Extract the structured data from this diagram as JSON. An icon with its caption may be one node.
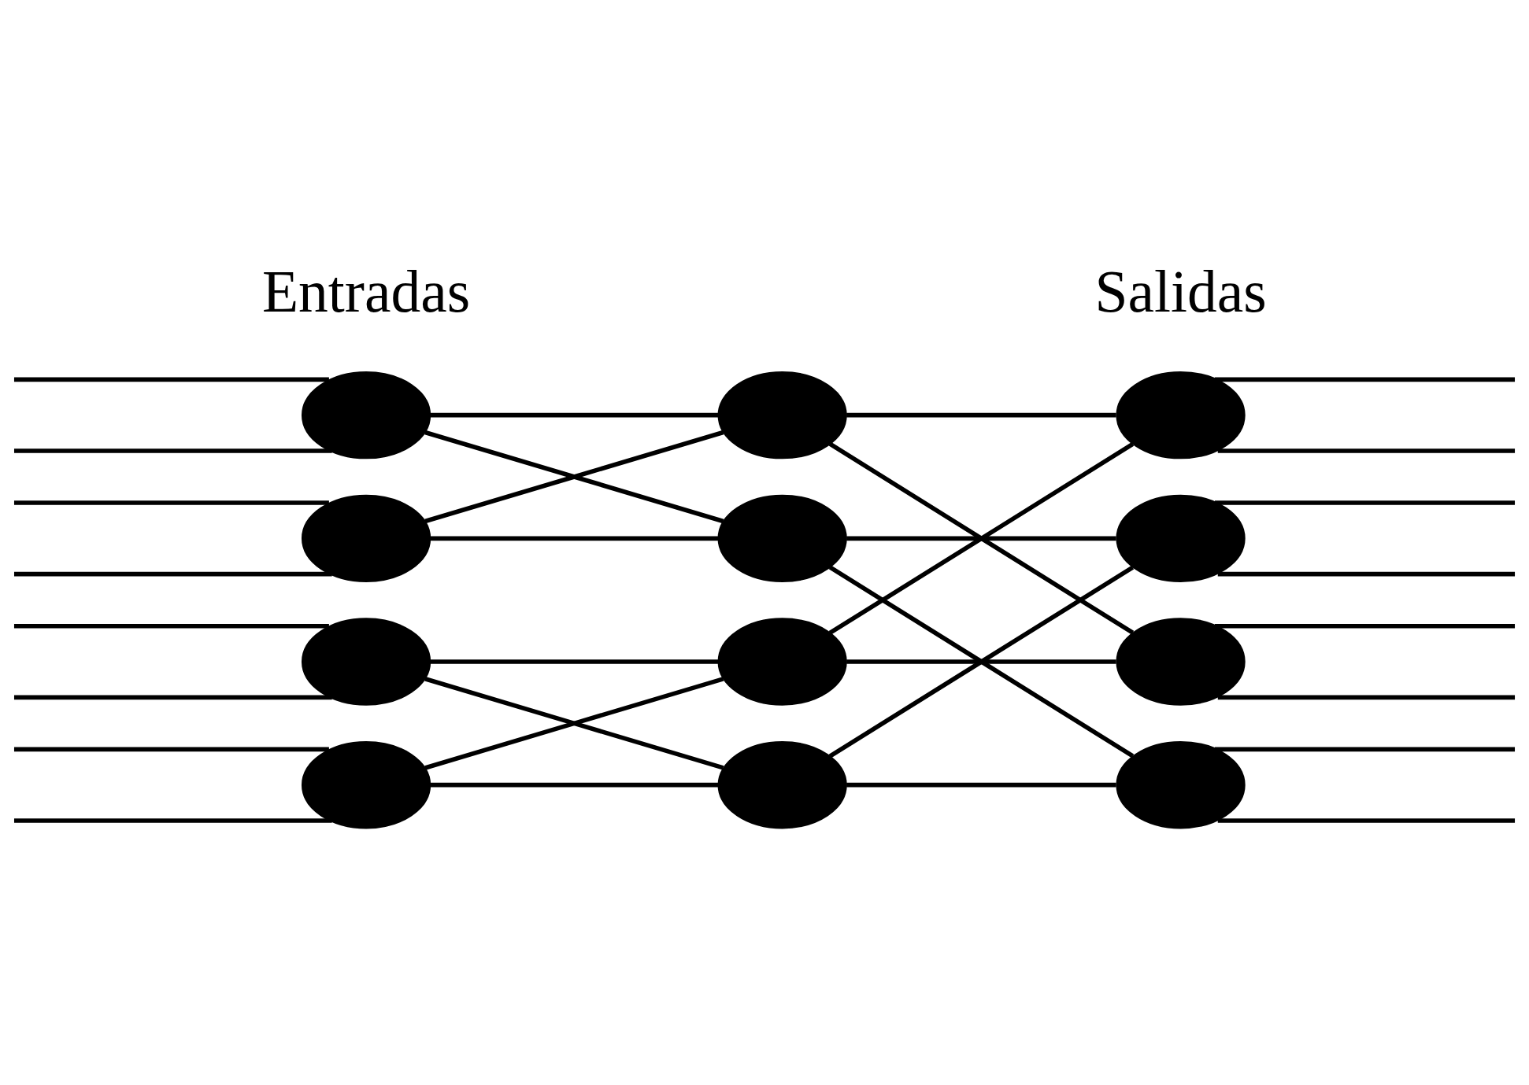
{
  "diagram": {
    "nodes": [
      {
        "text": [],
        "shape": "circle"
      },
      {
        "text": [],
        "shape": "circle"
      },
      {
        "text": [],
        "shape": "circle"
      },
      {
        "text": [],
        "shape": "circle"
      },
      {
        "text": [],
        "shape": "circle"
      },
      {
        "text": [],
        "shape": "circle"
      },
      {
        "text": [],
        "shape": "circle"
      },
      {
        "text": [],
        "shape": "circle"
      },
      {
        "text": [],
        "shape": "circle"
      },
      {
        "text": [],
        "shape": "circle"
      },
      {
        "text": [],
        "shape": "circle"
      },
      {
        "text": [],
        "shape": "circle"
      }
    ],
    "edges": [
      {
        "from": null,
        "to": 0,
        "arrow": "none"
      },
      {
        "from": null,
        "to": 0,
        "arrow": "none"
      },
      {
        "from": null,
        "to": 1,
        "arrow": "none"
      },
      {
        "from": null,
        "to": 1,
        "arrow": "none"
      },
      {
        "from": null,
        "to": 2,
        "arrow": "none"
      },
      {
        "from": null,
        "to": 2,
        "arrow": "none"
      },
      {
        "from": null,
        "to": 3,
        "arrow": "none"
      },
      {
        "from": null,
        "to": 3,
        "arrow": "none"
      },
      {
        "from": 0,
        "to": 4,
        "arrow": "none"
      },
      {
        "from": 0,
        "to": 5,
        "arrow": "none"
      },
      {
        "from": 1,
        "to": 4,
        "arrow": "none"
      },
      {
        "from": 1,
        "to": 5,
        "arrow": "none"
      },
      {
        "from": 2,
        "to": 6,
        "arrow": "none"
      },
      {
        "from": 2,
        "to": 7,
        "arrow": "none"
      },
      {
        "from": 3,
        "to": 6,
        "arrow": "none"
      },
      {
        "from": 3,
        "to": 7,
        "arrow": "none"
      },
      {
        "from": 4,
        "to": 8,
        "arrow": "none"
      },
      {
        "from": 4,
        "to": 10,
        "arrow": "none"
      },
      {
        "from": 5,
        "to": 9,
        "arrow": "none"
      },
      {
        "from": 5,
        "to": 11,
        "arrow": "none"
      },
      {
        "from": 6,
        "to": 8,
        "arrow": "none"
      },
      {
        "from": 6,
        "to": 10,
        "arrow": "none"
      },
      {
        "from": 7,
        "to": 9,
        "arrow": "none"
      },
      {
        "from": 7,
        "to": 11,
        "arrow": "none"
      },
      {
        "from": 8,
        "to": null,
        "arrow": "none"
      },
      {
        "from": 8,
        "to": null,
        "arrow": "none"
      },
      {
        "from": 9,
        "to": null,
        "arrow": "none"
      },
      {
        "from": 9,
        "to": null,
        "arrow": "none"
      },
      {
        "from": 10,
        "to": null,
        "arrow": "none"
      },
      {
        "from": 10,
        "to": null,
        "arrow": "none"
      },
      {
        "from": 11,
        "to": null,
        "arrow": "none"
      },
      {
        "from": 11,
        "to": null,
        "arrow": "none"
      }
    ],
    "labels": [
      "Entradas",
      "Salidas"
    ]
  }
}
